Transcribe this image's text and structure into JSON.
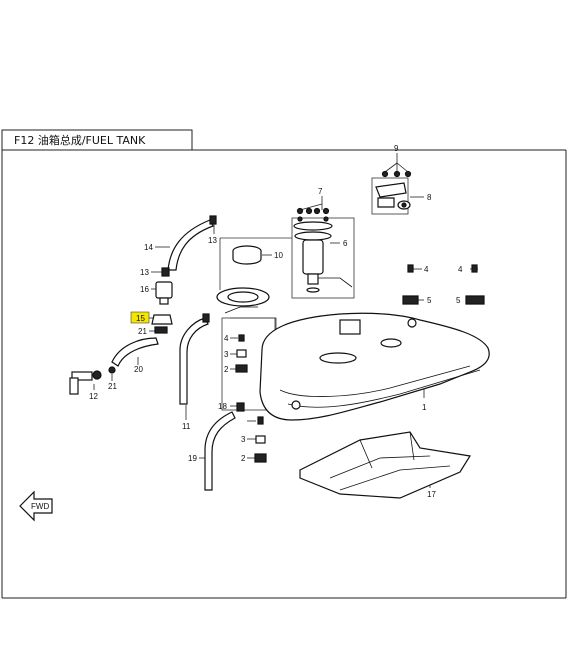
{
  "title": "F12 油箱总成/FUEL TANK",
  "highlight_color": "#f3e600",
  "direction_tag": "FWD",
  "callouts": {
    "c1": "1",
    "c2a": "2",
    "c2b": "2",
    "c3a": "3",
    "c3b": "3",
    "c4a": "4",
    "c4b": "4",
    "c4c": "4",
    "c5a": "5",
    "c5b": "5",
    "c6": "6",
    "c7": "7",
    "c8": "8",
    "c9": "9",
    "c10": "10",
    "c11": "11",
    "c12": "12",
    "c13a": "13",
    "c13b": "13",
    "c14": "14",
    "c15": "15",
    "c16": "16",
    "c17": "17",
    "c18": "18",
    "c19": "19",
    "c20": "20",
    "c21a": "21",
    "c21b": "21"
  }
}
